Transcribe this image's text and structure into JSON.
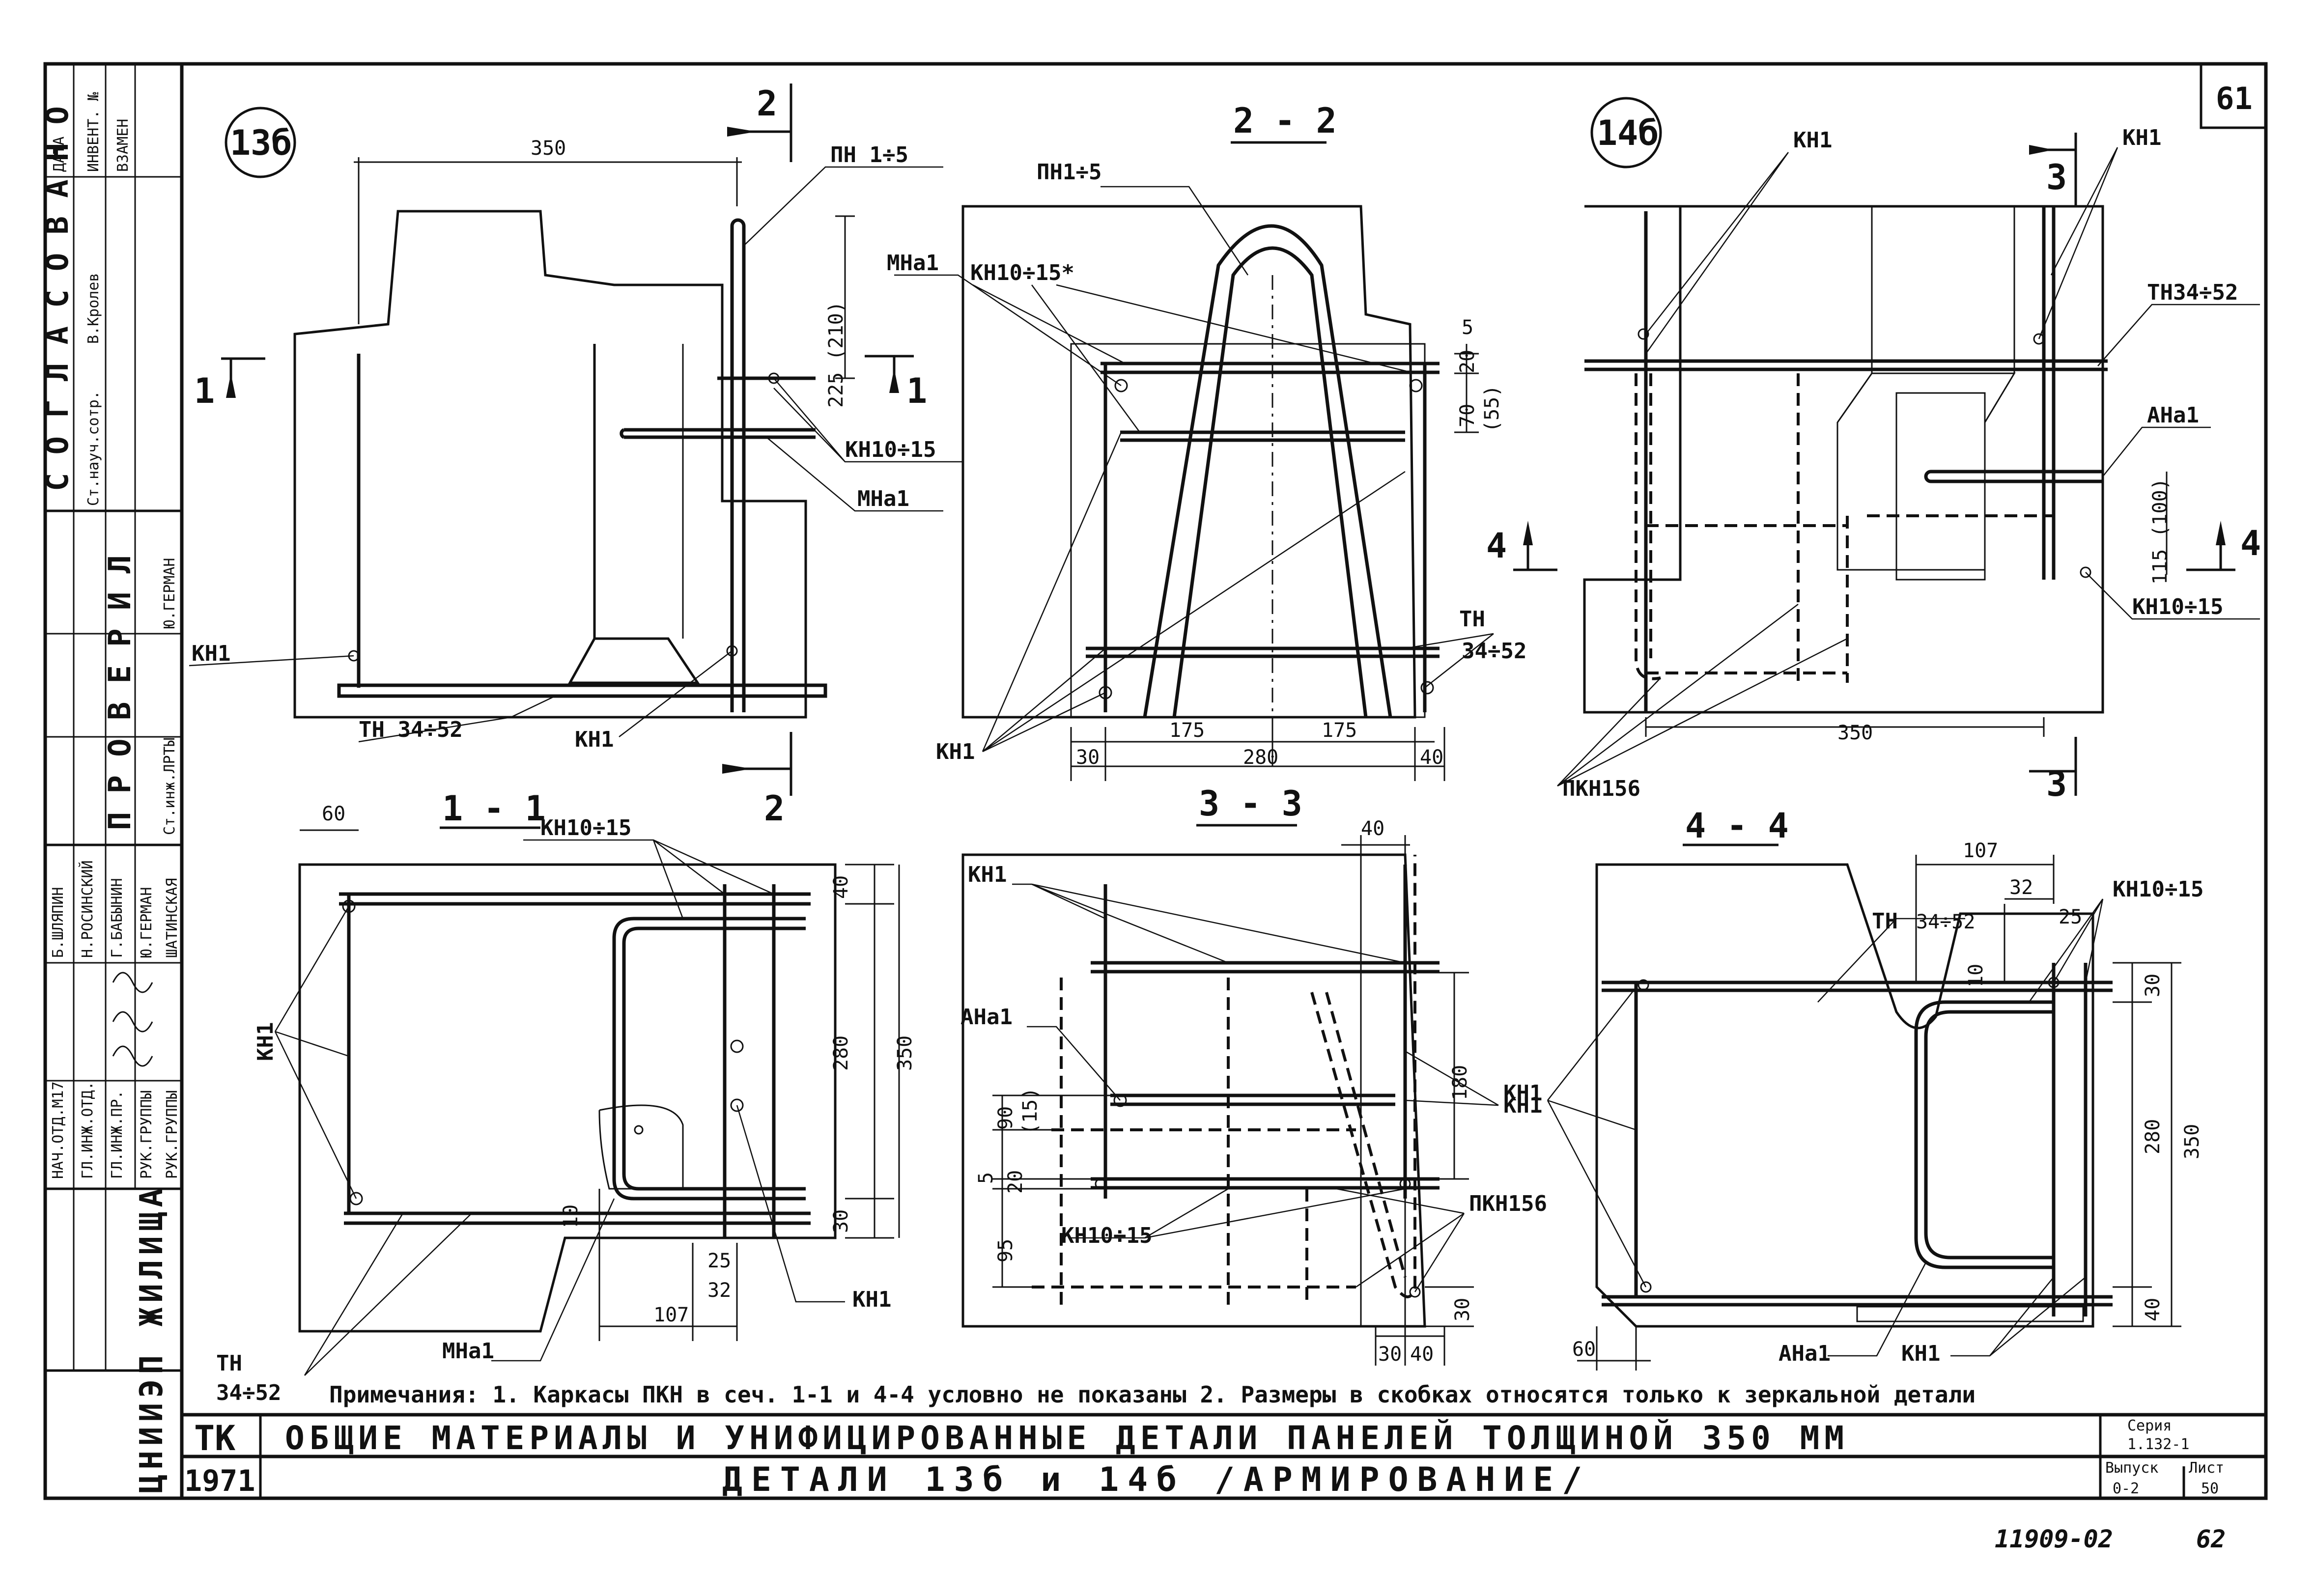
{
  "sheet": {
    "page_number": "61",
    "series_label": "Серия",
    "series_value": "1.132-1",
    "issue_label": "Выпуск",
    "issue_value": "0-2",
    "sheet_label": "Лист",
    "sheet_value": "50",
    "archive_number": "11909-02",
    "archive_page": "62",
    "code": "ТК",
    "year": "1971",
    "title_main": "ОБЩИЕ МАТЕРИАЛЫ И УНИФИЦИРОВАННЫЕ ДЕТАЛИ ПАНЕЛЕЙ ТОЛЩИНОЙ 350 ММ",
    "title_sub": "ДЕТАЛИ 13б и 14б /АРМИРОВАНИЕ/",
    "notes": "Примечания: 1. Каркасы ПКН в сеч. 1-1 и 4-4 условно не показаны   2. Размеры в скобках относятся только к зеркальной детали",
    "org_vertical": "ЦНИИЭП ЖИЛИЩА"
  },
  "stamp": {
    "agreed": "С О Г Л А С О В А Н О",
    "checked": "П Р О В Е Р И Л",
    "roles": [
      "НАЧ.ОТД.М17",
      "ГЛ.ИНЖ.ОТД.",
      "ГЛ.ИНЖ.ПР.",
      "РУК.ГРУППЫ",
      "РУК.ГРУППЫ"
    ],
    "names": [
      "Б.ШЛЯПИН",
      "Н.РОСИНСКИЙ",
      "Г.БАБЫНИН",
      "Ю.ГЕРМАН",
      "ШАТИНСКАЯ"
    ],
    "side_top": [
      "Ст.науч.сотр.",
      "В.Кролев"
    ],
    "side_mid": [
      "Ю.ГЕРМАН",
      "Ст.инж.ЛРТЫ"
    ],
    "header_cols": [
      "ДАТА",
      "ИНВЕНТ. №",
      "ВЗАМЕН"
    ]
  },
  "detail13": {
    "badge": "13б",
    "dim_350": "350",
    "cut2": "2",
    "cut1": "1",
    "pn": "ПН 1÷5",
    "dim_225": "225 (210)",
    "kn1015": "КН10÷15",
    "mna1": "МНа1",
    "kn1_a": "КН1",
    "kn1_b": "КН1",
    "tn": "ТН 34÷52"
  },
  "sec22": {
    "title": "2 - 2",
    "pn": "ПН1÷5",
    "mna1": "МНа1",
    "kn1015": "КН10÷15*",
    "d5": "5",
    "d20": "20",
    "d70": "70",
    "d55": "(55)",
    "tn": "ТН",
    "tn_range": "34÷52",
    "kn1": "КН1",
    "d175a": "175",
    "d175b": "175",
    "d30": "30",
    "d280": "280",
    "d40": "40"
  },
  "detail14": {
    "badge": "14б",
    "kn1_a": "КН1",
    "kn1_b": "КН1",
    "cut3": "3",
    "tn": "ТН34÷52",
    "ana1": "АНа1",
    "cut4": "4",
    "d115": "115 (100)",
    "kn1015": "КН10÷15",
    "d350": "350",
    "pkn": "ПКН156"
  },
  "sec11": {
    "title": "1 - 1",
    "d60": "60",
    "kn1015": "КН10÷15",
    "kn1": "КН1",
    "d40": "40",
    "d280": "280",
    "d350": "350",
    "d30": "30",
    "d10": "10",
    "d25": "25",
    "d32": "32",
    "d107": "107",
    "mna1": "МНа1",
    "kn1_b": "КН1",
    "tn": "ТН",
    "tn_range": "34÷52"
  },
  "sec33": {
    "title": "3 - 3",
    "d40": "40",
    "kn1": "КН1",
    "ana1": "АНа1",
    "d180": "180",
    "d90": "90",
    "d15": "(15)",
    "d5": "5",
    "d20": "20",
    "d95": "95",
    "kn1015": "КН10÷15",
    "kn1_b": "КН1",
    "pkn": "ПКН156",
    "d30": "30",
    "d30b": "30",
    "d40b": "40"
  },
  "sec44": {
    "title": "4 - 4",
    "d107": "107",
    "tn": "ТН",
    "tn_range": "34÷52",
    "d32": "32",
    "d25": "25",
    "kn1015": "КН10÷15",
    "d10": "10",
    "d30": "30",
    "kn1": "КН1",
    "d280": "280",
    "d350": "350",
    "d40": "40",
    "d60": "60",
    "ana1": "АНа1",
    "kn1_b": "КН1"
  }
}
